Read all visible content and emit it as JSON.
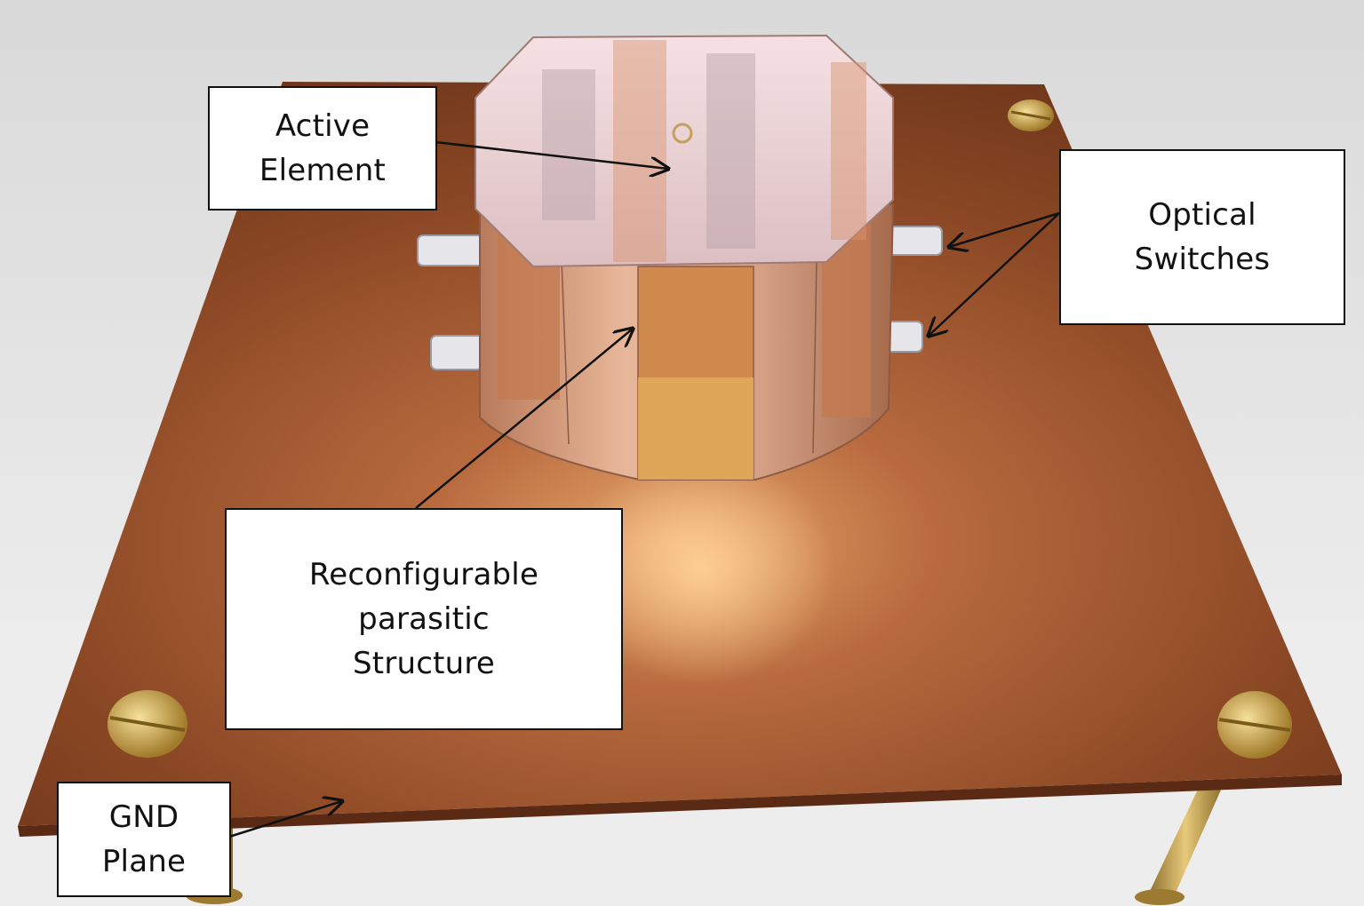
{
  "labels": {
    "active_element": [
      "Active",
      "Element"
    ],
    "optical_switches": [
      "Optical",
      "Switches"
    ],
    "parasitic_structure": [
      "Reconfigurable",
      "parasitic",
      "Structure"
    ],
    "gnd_plane": [
      "GND",
      "Plane"
    ]
  },
  "colors": {
    "background": "#ffffff",
    "copper_dark": "#7a3c1e",
    "copper_mid": "#a8603a",
    "copper_light": "#f0b070",
    "brass": "#c8a050",
    "label_border": "#111111"
  },
  "icons": [
    "arrow",
    "screw-head",
    "brass-leg",
    "optical-switch",
    "octagonal-cylinder"
  ]
}
